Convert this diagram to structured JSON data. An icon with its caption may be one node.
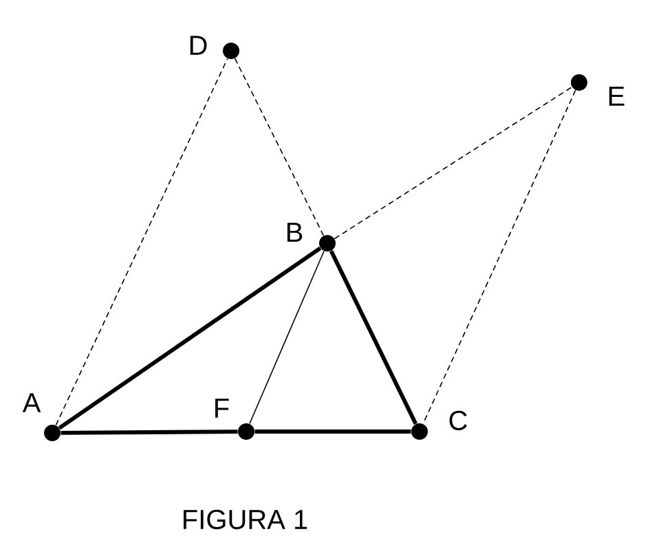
{
  "diagram": {
    "caption": "FIGURA 1",
    "nodes": [
      {
        "text": [],
        "shape": "circle",
        "beside": [
          "D"
        ]
      },
      {
        "text": [],
        "shape": "circle",
        "beside": [
          "E"
        ]
      },
      {
        "text": [],
        "shape": "circle",
        "beside": [
          "B"
        ]
      },
      {
        "text": [],
        "shape": "circle",
        "beside": [
          "A"
        ]
      },
      {
        "text": [],
        "shape": "circle",
        "beside": [
          "F"
        ]
      },
      {
        "text": [],
        "shape": "circle",
        "beside": [
          "C"
        ]
      }
    ],
    "edges": [
      {
        "from": 3,
        "to": 2,
        "arrow": "none",
        "style": "thick"
      },
      {
        "from": 2,
        "to": 5,
        "arrow": "none",
        "style": "thick"
      },
      {
        "from": 3,
        "to": 4,
        "arrow": "none",
        "style": "thick"
      },
      {
        "from": 4,
        "to": 5,
        "arrow": "none",
        "style": "thick"
      },
      {
        "from": 2,
        "to": 4,
        "arrow": "none"
      },
      {
        "from": 3,
        "to": 0,
        "arrow": "none",
        "style": "dashed"
      },
      {
        "from": 0,
        "to": 2,
        "arrow": "none",
        "style": "dashed"
      },
      {
        "from": 2,
        "to": 1,
        "arrow": "none",
        "style": "dashed"
      },
      {
        "from": 1,
        "to": 5,
        "arrow": "none",
        "style": "dashed"
      }
    ]
  }
}
